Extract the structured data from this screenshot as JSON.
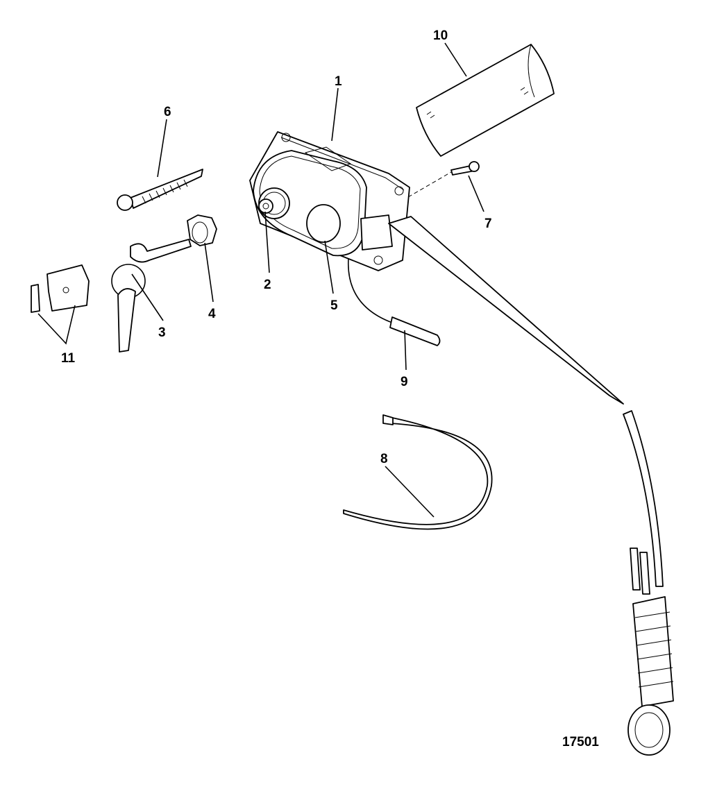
{
  "callouts": {
    "c1": "1",
    "c2": "2",
    "c3": "3",
    "c4": "4",
    "c5": "5",
    "c6": "6",
    "c7": "7",
    "c8": "8",
    "c9": "9",
    "c10": "10",
    "c11": "11"
  },
  "figure_id": "17501"
}
